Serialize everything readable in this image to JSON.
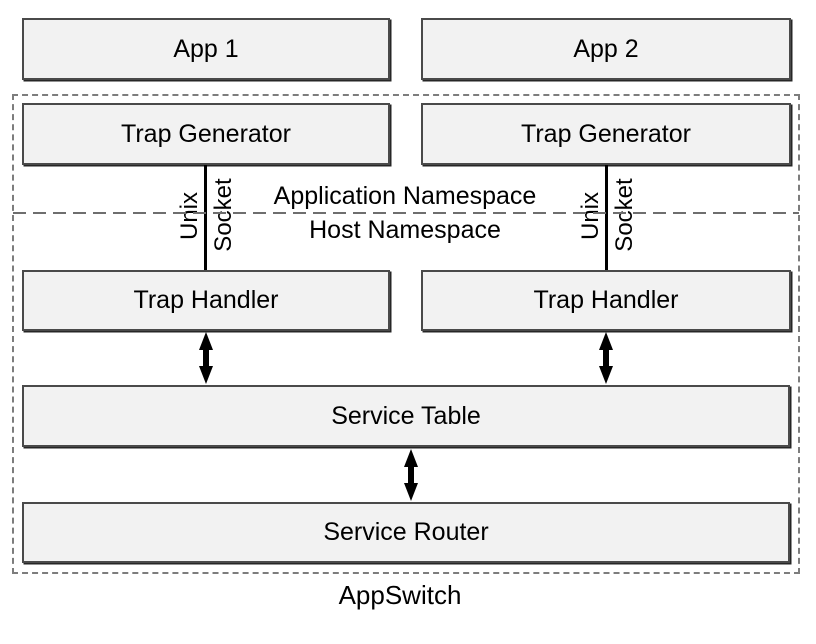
{
  "apps": [
    {
      "label": "App 1"
    },
    {
      "label": "App 2"
    }
  ],
  "appswitch": {
    "label": "AppSwitch",
    "columns": [
      {
        "trap_generator": "Trap Generator",
        "trap_handler": "Trap Handler",
        "socket": {
          "line1": "Unix",
          "line2": "Socket"
        }
      },
      {
        "trap_generator": "Trap Generator",
        "trap_handler": "Trap Handler",
        "socket": {
          "line1": "Unix",
          "line2": "Socket"
        }
      }
    ],
    "namespace_labels": {
      "application": "Application Namespace",
      "host": "Host Namespace"
    },
    "service_table": "Service Table",
    "service_router": "Service Router"
  },
  "colors": {
    "background": "#ffffff",
    "box_fill": "#f2f2f2",
    "box_border": "#4a4a4a",
    "dashed_border": "#7d7d7d",
    "connector": "#000000",
    "text": "#000000"
  }
}
